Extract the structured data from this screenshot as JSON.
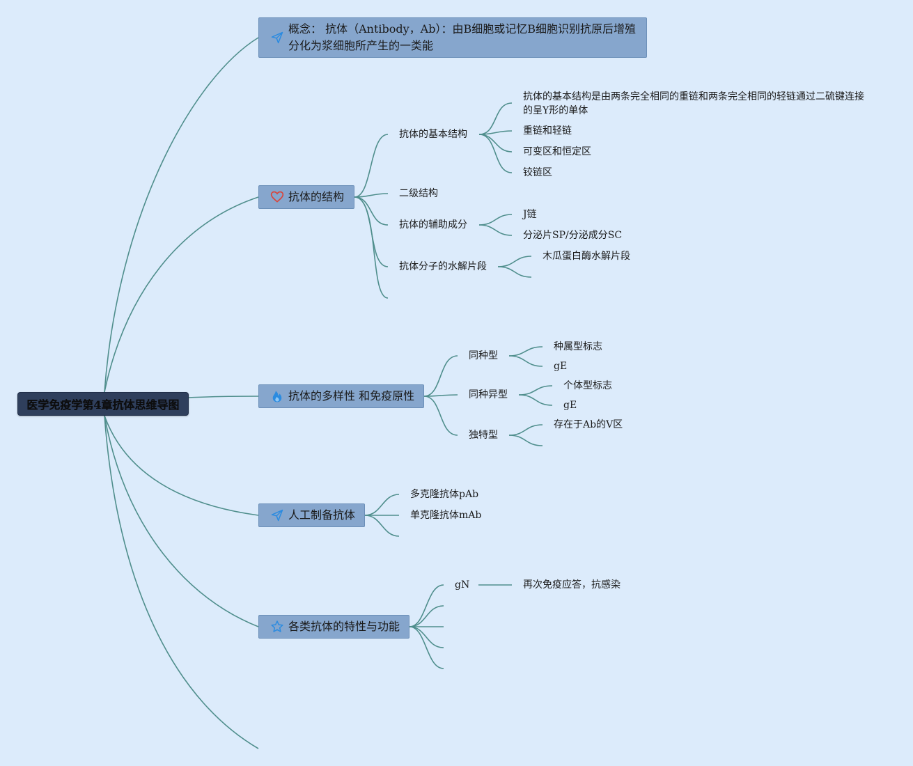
{
  "root": {
    "label": "医学免疫学第4章抗体思维导图"
  },
  "concept": {
    "icon": "paper-plane-icon",
    "text": "概念： 抗体（Antibody，Ab）：由B细胞或记忆B细胞识别抗原后增殖分化为浆细胞所产生的一类能"
  },
  "structure": {
    "icon": "heart-icon",
    "label": "抗体的结构",
    "basic": {
      "label": "抗体的基本结构",
      "children": [
        "抗体的基本结构是由两条完全相同的重链和两条完全相同的轻链通过二硫键连接的呈Y形的单体",
        "重链和轻链",
        "可变区和恒定区",
        "铰链区"
      ]
    },
    "secondary": {
      "label": "二级结构"
    },
    "auxiliary": {
      "label": "抗体的辅助成分",
      "children": [
        "J链",
        "分泌片SP/分泌成分SC"
      ]
    },
    "hydrolysis": {
      "label": "抗体分子的水解片段",
      "children": [
        "木瓜蛋白酶水解片段"
      ]
    }
  },
  "diversity": {
    "icon": "flame-icon",
    "label": "抗体的多样性 和免疫原性",
    "isotype": {
      "label": "同种型",
      "children": [
        "种属型标志",
        "gE"
      ]
    },
    "allotype": {
      "label": "同种异型",
      "children": [
        "个体型标志",
        "gE"
      ]
    },
    "idiotype": {
      "label": "独特型",
      "children": [
        "存在于Ab的V区"
      ]
    }
  },
  "artificial": {
    "icon": "paper-plane-icon",
    "label": "人工制备抗体",
    "children": [
      "多克隆抗体pAb",
      "单克隆抗体mAb"
    ]
  },
  "classes": {
    "icon": "star-icon",
    "label": "各类抗体的特性与功能",
    "igm": {
      "label": "gN",
      "children": [
        "再次免疫应答，抗感染"
      ]
    }
  },
  "colors": {
    "background": "#dcebfb",
    "main_node": "#86a6cd",
    "root_node": "#2f3f5c",
    "link": "#4f8e8c",
    "heart_icon": "#d9453b",
    "blue_icon": "#2b8be0"
  }
}
